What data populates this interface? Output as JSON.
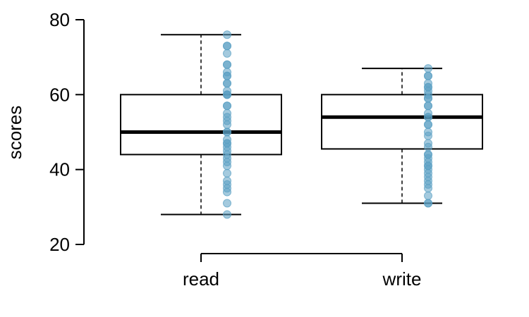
{
  "chart_data": {
    "type": "box",
    "ylabel": "scores",
    "ylim": [
      20,
      80
    ],
    "yticks": [
      20,
      40,
      60,
      80
    ],
    "categories": [
      "read",
      "write"
    ],
    "boxes": [
      {
        "category": "read",
        "min": 28,
        "q1": 44,
        "median": 50,
        "q3": 60,
        "max": 76
      },
      {
        "category": "write",
        "min": 31,
        "q1": 45.5,
        "median": 54,
        "q3": 60,
        "max": 67
      }
    ],
    "points": {
      "read": [
        28,
        31,
        34,
        35,
        36,
        37,
        39,
        41,
        42,
        43,
        44,
        45,
        46,
        47,
        47,
        48,
        50,
        50,
        52,
        53,
        54,
        55,
        57,
        57,
        60,
        60,
        60,
        61,
        63,
        63,
        65,
        65,
        66,
        68,
        68,
        71,
        73,
        73,
        76
      ],
      "write": [
        31,
        31,
        33,
        35,
        36,
        37,
        38,
        39,
        40,
        41,
        41,
        42,
        43,
        44,
        44,
        46,
        47,
        49,
        50,
        52,
        52,
        54,
        54,
        55,
        57,
        57,
        59,
        59,
        60,
        61,
        62,
        62,
        63,
        65,
        65,
        67
      ]
    },
    "point_color": "#5a9fc3",
    "grid": false,
    "legend": "none"
  }
}
